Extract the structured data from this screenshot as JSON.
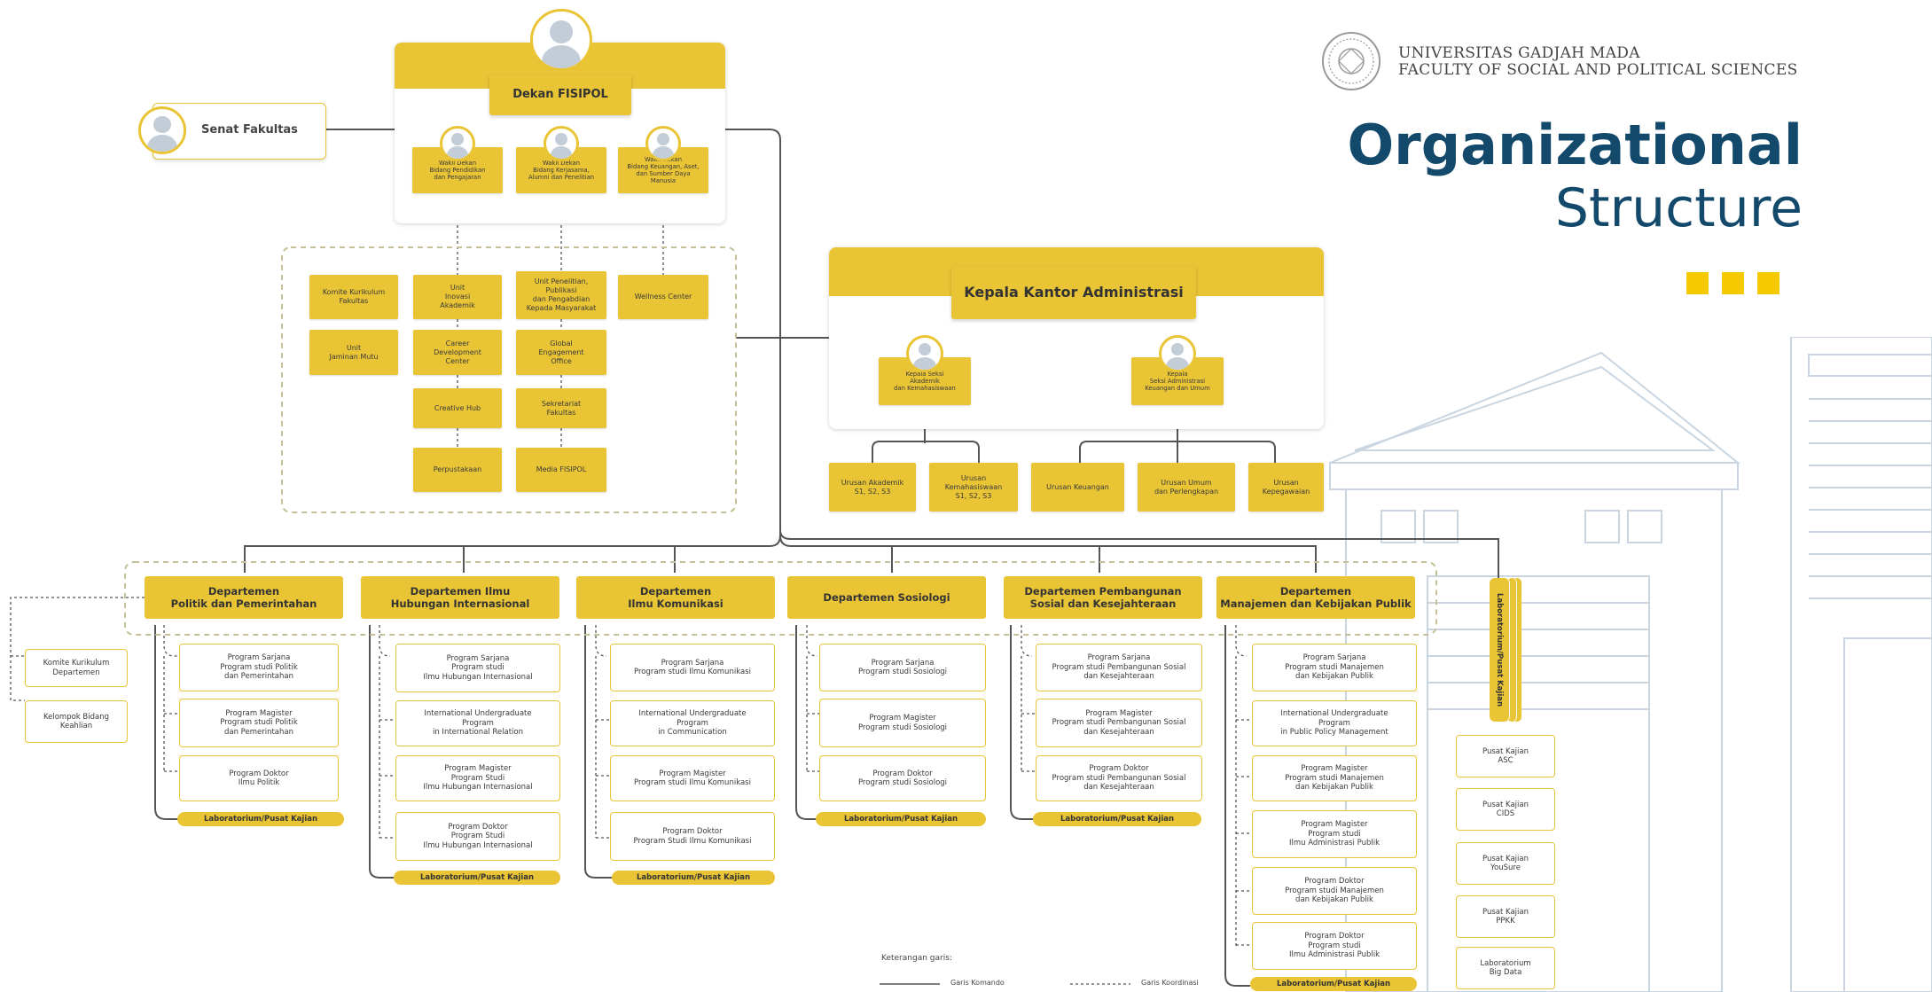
{
  "header": {
    "university": "UNIVERSITAS GADJAH MADA",
    "faculty": "FACULTY OF SOCIAL AND POLITICAL SCIENCES",
    "title_main": "Organizational",
    "title_sub": "Structure"
  },
  "colors": {
    "accent": "#e9c435",
    "title": "#13496b",
    "squares": "#f5c800",
    "line": "#555555"
  },
  "senat": "Senat Fakultas",
  "dekan": "Dekan FISIPOL",
  "wakil": [
    "Wakil Dekan\nBidang Pendidikan\ndan Pengajaran",
    "Wakil Dekan\nBidang Kerjasama,\nAlumni dan Penelitian",
    "Wakil Dekan\nBidang Keuangan, Aset,\ndan Sumber Daya\nManusia"
  ],
  "units": {
    "komite_kurikulum_fakultas": "Komite Kurikulum\nFakultas",
    "jaminan_mutu": "Unit\nJaminan Mutu",
    "inovasi_akademik": "Unit\nInovasi\nAkademik",
    "career": "Career\nDevelopment\nCenter",
    "creative_hub": "Creative Hub",
    "perpustakaan": "Perpustakaan",
    "penelitian": "Unit Penelitian,\nPublikasi\ndan Pengabdian\nKepada Masyarakat",
    "global": "Global\nEngagement\nOffice",
    "sekretariat": "Sekretariat\nFakultas",
    "media": "Media FISIPOL",
    "wellness": "Wellness Center"
  },
  "kantor": {
    "title": "Kepala Kantor Administrasi",
    "kepala_akademik": "Kepala Seksi\nAkademik\ndan Kemahasiswaan",
    "kepala_umum": "Kepala\nSeksi Administrasi\nKeuangan dan Umum",
    "urusan": [
      "Urusan Akademik\nS1, S2, S3",
      "Urusan\nKemahasiswaan\nS1, S2, S3",
      "Urusan Keuangan",
      "Urusan Umum\ndan Perlengkapan",
      "Urusan\nKepegawaian"
    ]
  },
  "side": {
    "komite_departemen": "Komite Kurikulum\nDepartemen",
    "kelompok_bidang": "Kelompok Bidang\nKeahlian"
  },
  "departments": [
    {
      "name": "Departemen\nPolitik dan Pemerintahan",
      "programs": [
        "Program Sarjana\nProgram studi Politik\ndan Pemerintahan",
        "Program Magister\nProgram studi Politik\ndan Pemerintahan",
        "Program Doktor\nIlmu Politik"
      ],
      "lab": "Laboratorium/Pusat Kajian"
    },
    {
      "name": "Departemen Ilmu\nHubungan Internasional",
      "programs": [
        "Program Sarjana\nProgram studi\nIlmu Hubungan Internasional",
        "International Undergraduate\nProgram\nin International Relation",
        "Program Magister\nProgram Studi\nIlmu Hubungan Internasional",
        "Program Doktor\nProgram Studi\nIlmu Hubungan Internasional"
      ],
      "lab": "Laboratorium/Pusat Kajian"
    },
    {
      "name": "Departemen\nIlmu Komunikasi",
      "programs": [
        "Program Sarjana\nProgram studi Ilmu Komunikasi",
        "International Undergraduate\nProgram\nin Communication",
        "Program Magister\nProgram studi Ilmu Komunikasi",
        "Program Doktor\nProgram Studi Ilmu Komunikasi"
      ],
      "lab": "Laboratorium/Pusat Kajian"
    },
    {
      "name": "Departemen Sosiologi",
      "programs": [
        "Program Sarjana\nProgram studi Sosiologi",
        "Program Magister\nProgram studi Sosiologi",
        "Program Doktor\nProgram studi Sosiologi"
      ],
      "lab": "Laboratorium/Pusat Kajian"
    },
    {
      "name": "Departemen Pembangunan\nSosial dan Kesejahteraan",
      "programs": [
        "Program Sarjana\nProgram studi Pembangunan Sosial\ndan Kesejahteraan",
        "Program Magister\nProgram studi Pembangunan Sosial\ndan Kesejahteraan",
        "Program Doktor\nProgram studi Pembangunan Sosial\ndan Kesejahteraan"
      ],
      "lab": "Laboratorium/Pusat Kajian"
    },
    {
      "name": "Departemen\nManajemen dan Kebijakan Publik",
      "programs": [
        "Program Sarjana\nProgram studi Manajemen\ndan Kebijakan Publik",
        "International Undergraduate\nProgram\nin Public Policy Management",
        "Program Magister\nProgram studi Manajemen\ndan Kebijakan Publik",
        "Program Magister\nProgram studi\nIlmu Administrasi Publik",
        "Program Doktor\nProgram studi Manajemen\ndan Kebijakan Publik",
        "Program Doktor\nProgram studi\nIlmu Administrasi Publik"
      ],
      "lab": "Laboratorium/Pusat Kajian"
    }
  ],
  "lab_vertical": "Laboratorium/Pusat Kajian",
  "pusat": [
    "Pusat Kajian\nASC",
    "Pusat Kajian\nCIDS",
    "Pusat Kajian\nYouSure",
    "Pusat Kajian\nPPKK",
    "Laboratorium\nBig Data"
  ],
  "legend": {
    "title": "Keterangan garis:",
    "komando": "Garis Komando",
    "koordinasi": "Garis Koordinasi"
  }
}
